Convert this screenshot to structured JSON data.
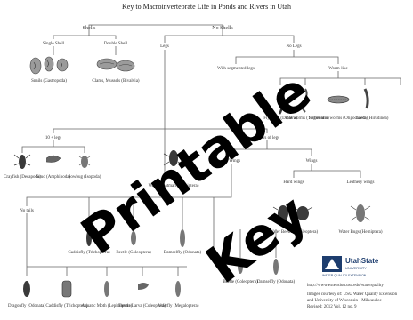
{
  "title": "Key to Macroinvertebrate Life in Ponds and Rivers in Utah",
  "watermark": {
    "line1": "Printable",
    "line2": "Key"
  },
  "nodes": {
    "shells": "Shells",
    "no_shells": "No Shells",
    "single_shell": "Single Shell",
    "double_shell": "Double Shell",
    "snails": "Snails (Gastropoda)",
    "clams": "Clams, Mussels (Bivalvia)",
    "legs": "Legs",
    "no_legs": "No Legs",
    "with_segments": "With segmented legs",
    "worm_like": "Worm-like",
    "fly_larva": "Fly larva (Diptera)",
    "flat_worms": "Flat worms (Turbellaria)",
    "segmented_worms": "Segmented worms (Oligochaeta)",
    "leeches": "Leech (Hirudinea)",
    "ten_plus_legs": "10 + legs",
    "crayfish": "Crayfish (Decapoda)",
    "scud": "Scud (Amphipoda)",
    "sowbug": "Sowbug (Isopoda)",
    "three_pairs": "3 pairs of legs",
    "no_wings": "No Wings",
    "wings": "Wings",
    "water_boatman": "Water Boatman (Hemiptera)",
    "hard_wings": "Hard wings",
    "leathery_wings": "Leathery wings",
    "water_beetles": "Water Beetles (Coleoptera)",
    "water_bugs": "Water Bugs (Hemiptera)",
    "no_tails": "No tails",
    "caddisfly": "Caddisfly (Trichoptera)",
    "beetle": "Beetle (Coleoptera)",
    "damselfly_1": "Damselfly (Odonata)",
    "beetle_2": "Beetle (Coleoptera)",
    "damselfly_2": "Damselfly (Odonata)",
    "dragonfly": "Dragonfly (Odonata)",
    "caddisfly_larva": "Caddisfly (Trichoptera)",
    "aquatic_moth": "Aquatic Moth (Lepidoptera)",
    "beetle_larva": "Beetle Larva (Coleoptera)",
    "alderfly": "Alderfly (Megaloptera)"
  },
  "logo": {
    "name": "UtahState",
    "sub": "UNIVERSITY",
    "tag": "WATER QUALITY EXTENSION"
  },
  "footer": {
    "url": "http://www.extension.usu.edu/waterquality",
    "credit_1": "Images courtesy of: USU Water Quality Extension",
    "credit_2": "and University of Wisconsin - Milwaukee",
    "credit_3": "Revised: 2012 Vol. 12 no. 9"
  }
}
